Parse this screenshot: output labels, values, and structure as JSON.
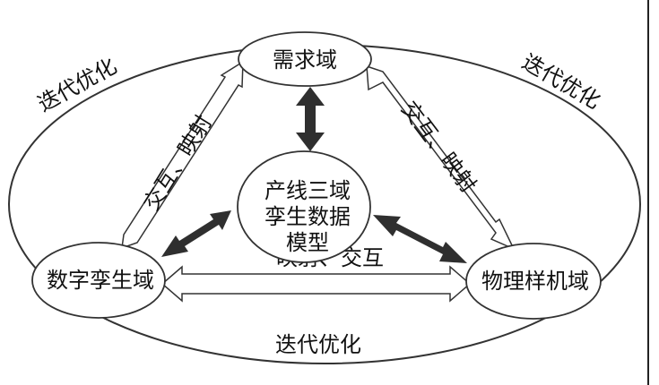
{
  "colors": {
    "stroke": "#333333",
    "thick_arrow": "#2f2f2f",
    "text": "#111111",
    "background": "#ffffff",
    "right_border": "#222222"
  },
  "nodes": {
    "demand": {
      "label": "需求域"
    },
    "center": {
      "lines": [
        "产线三域",
        "孪生数据",
        "模型"
      ]
    },
    "digital": {
      "label": "数字孪生域"
    },
    "physical": {
      "label": "物理样机域"
    }
  },
  "edges": {
    "left_diag": {
      "label": "交互、映射"
    },
    "right_diag": {
      "label": "交互、映射"
    },
    "bottom": {
      "label": "映射、交互"
    }
  },
  "loop_labels": {
    "left": "迭代优化",
    "right": "迭代优化",
    "bottom": "迭代优化"
  }
}
